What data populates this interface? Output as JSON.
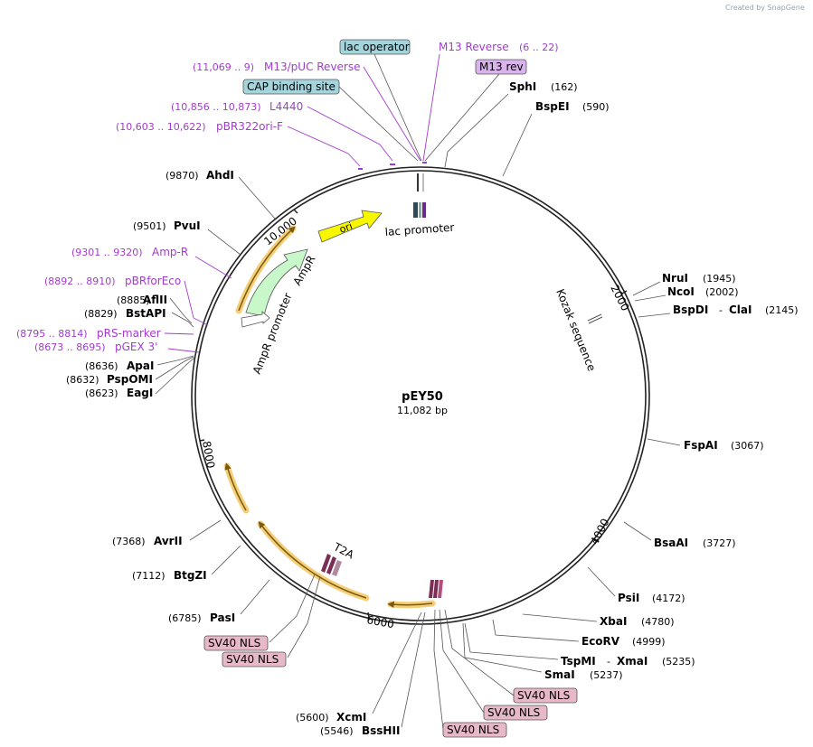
{
  "branding": "Created by SnapGene",
  "plasmid": {
    "name": "pEY50",
    "size": "11,082 bp"
  },
  "ticks": [
    "2000",
    "4000",
    "6000",
    "8000",
    "10,000"
  ],
  "features": {
    "ori": "ori",
    "ampr": "AmpR",
    "ampr_promoter": "AmpR promoter",
    "lac_promoter": "lac promoter",
    "kozak": "Kozak sequence",
    "t2a": "T2A"
  },
  "boxes": {
    "lac_operator": "lac operator",
    "cap_binding": "CAP binding site",
    "m13_rev": "M13 rev",
    "sv40_1": "SV40 NLS",
    "sv40_2": "SV40 NLS",
    "sv40_3": "SV40 NLS",
    "sv40_4": "SV40 NLS",
    "sv40_5": "SV40 NLS"
  },
  "primers": {
    "m13_reverse": {
      "label": "M13 Reverse",
      "coords": "(6 .. 22)"
    },
    "m13_puc_reverse": {
      "label": "M13/pUC Reverse",
      "coords": "(11,069 .. 9)"
    },
    "l4440": {
      "label": "L4440",
      "coords": "(10,856 .. 10,873)"
    },
    "pbr322ori": {
      "label": "pBR322ori-F",
      "coords": "(10,603 .. 10,622)"
    },
    "ampr_primer": {
      "label": "Amp-R",
      "coords": "(9301 .. 9320)"
    },
    "pbrforeco": {
      "label": "pBRforEco",
      "coords": "(8892 .. 8910)"
    },
    "prs_marker": {
      "label": "pRS-marker",
      "coords": "(8795 .. 8814)"
    },
    "pgex3": {
      "label": "pGEX 3'",
      "coords": "(8673 .. 8695)"
    }
  },
  "enzymes": {
    "sphi": {
      "name": "SphI",
      "pos": "(162)"
    },
    "bspei": {
      "name": "BspEI",
      "pos": "(590)"
    },
    "drui": {
      "name": "NruI",
      "pos": "(1945)"
    },
    "ncoi": {
      "name": "NcoI",
      "pos": "(2002)"
    },
    "bspdi": {
      "name": "BspDI",
      "dash": "-",
      "name2": "ClaI",
      "pos": "(2145)"
    },
    "fspai": {
      "name": "FspAI",
      "pos": "(3067)"
    },
    "bsaai": {
      "name": "BsaAI",
      "pos": "(3727)"
    },
    "psii": {
      "name": "PsiI",
      "pos": "(4172)"
    },
    "xbai": {
      "name": "XbaI",
      "pos": "(4780)"
    },
    "ecorv": {
      "name": "EcoRV",
      "pos": "(4999)"
    },
    "tspmi": {
      "name": "TspMI",
      "dash": "-",
      "name2": "XmaI",
      "pos": "(5235)"
    },
    "smai": {
      "name": "SmaI",
      "pos": "(5237)"
    },
    "xcmi": {
      "name": "XcmI",
      "pos": "(5600)"
    },
    "bsshii": {
      "name": "BssHII",
      "pos": "(5546)"
    },
    "pasi": {
      "name": "PasI",
      "pos": "(6785)"
    },
    "btgzi": {
      "name": "BtgZI",
      "pos": "(7112)"
    },
    "avrii": {
      "name": "AvrII",
      "pos": "(7368)"
    },
    "eagi": {
      "name": "EagI",
      "pos": "(8623)"
    },
    "pspomi": {
      "name": "PspOMI",
      "pos": "(8632)"
    },
    "apai": {
      "name": "ApaI",
      "pos": "(8636)"
    },
    "bstapi": {
      "name": "BstAPI",
      "pos": "(8829)"
    },
    "aflii": {
      "name": "AflII",
      "pos": "(8885)"
    },
    "pvui": {
      "name": "PvuI",
      "pos": "(9501)"
    },
    "ahdi": {
      "name": "AhdI",
      "pos": "(9870)"
    }
  }
}
